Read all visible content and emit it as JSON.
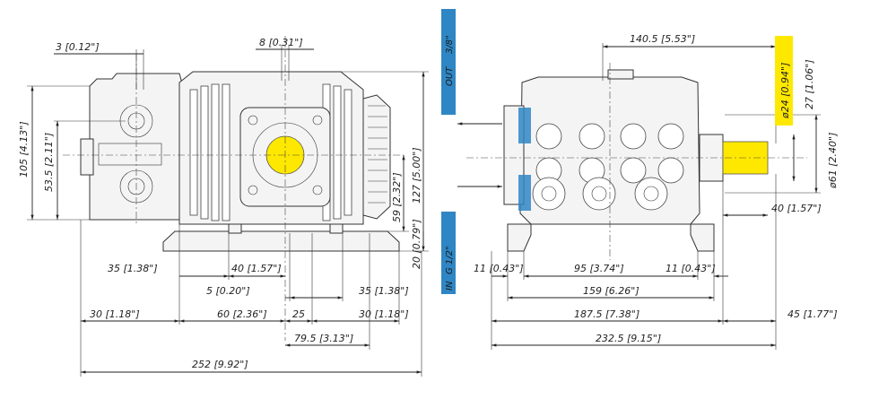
{
  "colors": {
    "inlet_outlet_tag": "#2f86c4",
    "shaft_highlight": "#ffe800",
    "label_highlight": "#ffe800"
  },
  "ports": {
    "out": "OUT",
    "out_size": "3/8\"",
    "in": "IN",
    "in_size": "G 1/2\""
  },
  "left_view": {
    "d_3": "3 [0.12\"]",
    "d_8": "8 [0.31\"]",
    "d_105": "105 [4.13\"]",
    "d_53_5": "53.5 [2.11\"]",
    "d_127": "127 [5.00\"]",
    "d_59": "59 [2.32\"]",
    "d_20": "20 [0.79\"]",
    "d_35a": "35 [1.38\"]",
    "d_40": "40 [1.57\"]",
    "d_5": "5 [0.20\"]",
    "d_35b": "35 [1.38\"]",
    "d_30a": "30 [1.18\"]",
    "d_60": "60 [2.36\"]",
    "d_25": "25",
    "d_30b": "30 [1.18\"]",
    "d_79_5": "79.5 [3.13\"]",
    "d_252": "252 [9.92\"]"
  },
  "right_view": {
    "d_140_5": "140.5 [5.53\"]",
    "d_24": "ø24 [0.94\"]",
    "d_27": "27 [1.06\"]",
    "d_61": "ø61 [2.40\"]",
    "d_40": "40 [1.57\"]",
    "d_11a": "11 [0.43\"]",
    "d_95": "95 [3.74\"]",
    "d_11b": "11 [0.43\"]",
    "d_159": "159 [6.26\"]",
    "d_187_5": "187.5 [7.38\"]",
    "d_45": "45 [1.77\"]",
    "d_232_5": "232.5 [9.15\"]"
  }
}
